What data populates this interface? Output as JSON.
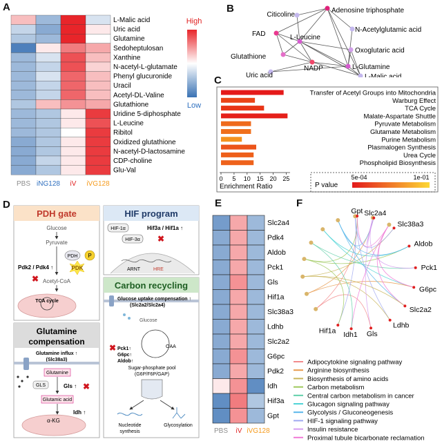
{
  "panels": {
    "A": {
      "label": "A",
      "legend": {
        "high": "High",
        "low": "Low",
        "colors": [
          "#e8252a",
          "#ffffff",
          "#3a72b4"
        ]
      },
      "rows": [
        "L-Malic acid",
        "Uric acid",
        "Glutamine",
        "Sedoheptulosan",
        "Xanthine",
        "N-acetyl-L-glutamate",
        "Phenyl glucuronide",
        "Uracil",
        "Acetyl-DL-Valine",
        "Glutathione",
        "Uridine 5-diphosphate",
        "L-Leucine",
        "Ribitol",
        "Oxidized glutathione",
        "N-acetyl-D-lactosamine",
        "CDP-choline",
        "Glu-Val"
      ],
      "columns": [
        {
          "name": "PBS",
          "color": "#8c8c8c"
        },
        {
          "name": "iNG128",
          "color": "#2e6fbf"
        },
        {
          "name": "iV",
          "color": "#e02020"
        },
        {
          "name": "iVG128",
          "color": "#f59a1b"
        }
      ],
      "values": [
        [
          0.3,
          -0.5,
          1.0,
          -0.2
        ],
        [
          -0.3,
          -0.6,
          1.0,
          0.1
        ],
        [
          -0.4,
          -0.5,
          1.0,
          0.0
        ],
        [
          -0.9,
          0.1,
          0.6,
          0.4
        ],
        [
          -0.5,
          -0.2,
          0.8,
          0.3
        ],
        [
          -0.5,
          -0.3,
          0.8,
          0.2
        ],
        [
          -0.5,
          -0.2,
          0.7,
          0.3
        ],
        [
          -0.5,
          -0.3,
          0.7,
          0.3
        ],
        [
          -0.5,
          -0.3,
          0.7,
          0.3
        ],
        [
          -0.4,
          0.3,
          0.5,
          0.4
        ],
        [
          -0.5,
          -0.4,
          0.1,
          0.9
        ],
        [
          -0.5,
          -0.4,
          0.1,
          0.8
        ],
        [
          -0.5,
          -0.4,
          0.0,
          0.9
        ],
        [
          -0.6,
          -0.4,
          0.1,
          0.9
        ],
        [
          -0.6,
          -0.4,
          0.1,
          0.9
        ],
        [
          -0.6,
          -0.3,
          0.1,
          0.9
        ],
        [
          -0.6,
          -0.4,
          0.1,
          0.9
        ]
      ]
    },
    "B": {
      "label": "B",
      "nodes": [
        {
          "id": "citicoline",
          "label": "Citicoline",
          "color": "#c4b8ee"
        },
        {
          "id": "atp",
          "label": "Adenosine triphosphate",
          "color": "#e0227a"
        },
        {
          "id": "fad",
          "label": "FAD",
          "color": "#e9388f"
        },
        {
          "id": "leucine",
          "label": "L-Leucine",
          "color": "#d65bd0"
        },
        {
          "id": "nag",
          "label": "N-Acetylglutamic acid",
          "color": "#c4b8ee"
        },
        {
          "id": "oxo",
          "label": "Oxoglutaric acid",
          "color": "#d19fea"
        },
        {
          "id": "glutathione",
          "label": "Glutathione",
          "color": "#e46fc8"
        },
        {
          "id": "nadp",
          "label": "NADP",
          "color": "#f0476a"
        },
        {
          "id": "glutamine",
          "label": "L-Glutamine",
          "color": "#d65bd0"
        },
        {
          "id": "uric",
          "label": "Uric acid",
          "color": "#c4b8ee"
        },
        {
          "id": "malic",
          "label": "L-Malic acid",
          "color": "#c4b8ee"
        }
      ],
      "edges": [
        [
          "citicoline",
          "atp"
        ],
        [
          "citicoline",
          "leucine"
        ],
        [
          "atp",
          "fad"
        ],
        [
          "atp",
          "leucine"
        ],
        [
          "atp",
          "nag"
        ],
        [
          "atp",
          "glutamine"
        ],
        [
          "atp",
          "malic"
        ],
        [
          "fad",
          "leucine"
        ],
        [
          "fad",
          "glutathione"
        ],
        [
          "fad",
          "nadp"
        ],
        [
          "leucine",
          "glutathione"
        ],
        [
          "leucine",
          "oxo"
        ],
        [
          "leucine",
          "nadp"
        ],
        [
          "leucine",
          "glutamine"
        ],
        [
          "leucine",
          "malic"
        ],
        [
          "nag",
          "glutamine"
        ],
        [
          "oxo",
          "glutamine"
        ],
        [
          "oxo",
          "malic"
        ],
        [
          "glutathione",
          "nadp"
        ],
        [
          "nadp",
          "glutamine"
        ],
        [
          "nadp",
          "uric"
        ],
        [
          "nadp",
          "malic"
        ],
        [
          "glutamine",
          "malic"
        ],
        [
          "uric",
          "glutamine"
        ]
      ]
    },
    "C": {
      "label": "C",
      "chart_data": {
        "type": "bar",
        "categories": [
          "Transfer of Acetyl Groups into Mitochondria",
          "Warburg Effect",
          "TCA Cycle",
          "Malate-Aspartate Shuttle",
          "Pyruvate Metabolism",
          "Glutamate Metabolism",
          "Purine Metabolism",
          "Plasmalogen Synthesis",
          "Urea Cycle",
          "Phospholipid Biosynthesis"
        ],
        "values": [
          24,
          13,
          16.5,
          25.5,
          11.5,
          11.5,
          8,
          13.5,
          12.5,
          12.5
        ],
        "colors": [
          "#e51a1a",
          "#ea4418",
          "#e83517",
          "#e5201a",
          "#ef6a1c",
          "#f0701c",
          "#f4921e",
          "#ec541a",
          "#ee601b",
          "#ee621b"
        ],
        "xlabel": "Enrichment Ratio",
        "xticks": [
          "0",
          "5",
          "10",
          "15",
          "20",
          "25"
        ],
        "xlim": [
          0,
          27
        ],
        "legend": {
          "title": "P value",
          "low": "5e-04",
          "high": "1e-01",
          "colors": [
            "#e31a1c",
            "#fdd835"
          ]
        }
      }
    },
    "D": {
      "label": "D",
      "pdh": {
        "title": "PDH gate",
        "glucose": "Glucose",
        "pyruvate": "Pyruvate",
        "pdh": "PDH",
        "p": "P",
        "pdk": "PDK",
        "pdk_label": "Pdk2 / Pdk4 ↑",
        "acetyl": "Acetyl-CoA",
        "tca": "TCA cycle"
      },
      "hif": {
        "title": "HIF program",
        "hif1a": "HIF-1α",
        "hif3a": "HIF-3α",
        "label": "Hif3a / Hif1a ↑",
        "arnt": "ARNT",
        "hre": "HRE"
      },
      "carbon": {
        "title": "Carbon recycling",
        "uptake1": "Glucose uptake compensation ↑",
        "uptake2": "(Slc2a2/Slc2a4)",
        "glucose": "Glucose",
        "oaa": "OAA",
        "pck1": "Pck1↑",
        "g6pc": "G6pc↑",
        "aldob": "Aldob↑",
        "pool1": "Sugar-phosphate pool",
        "pool2": "(G6P/F6P/GAP)",
        "nucleotide1": "Nucleotide",
        "nucleotide2": "synthesis",
        "glycosylation": "Glycosylation"
      },
      "glutamine": {
        "title1": "Glutamine",
        "title2": "compensation",
        "influx1": "Glutamine influx ↑",
        "influx2": "(Slc38a3)",
        "glutamine": "Glutamine",
        "gls": "GLS",
        "gls_label": "Gls ↑",
        "glutamic": "Glutamic acid",
        "akg": "α-KG",
        "idh": "Idh ↑"
      }
    },
    "E": {
      "label": "E",
      "rows": [
        "Slc2a4",
        "Pdk4",
        "Aldob",
        "Pck1",
        "Gls",
        "Hif1a",
        "Slc38a3",
        "Ldhb",
        "Slc2a2",
        "G6pc",
        "Pdk2",
        "Idh",
        "Hif3a",
        "Gpt"
      ],
      "columns": [
        {
          "name": "PBS",
          "color": "#8c8c8c"
        },
        {
          "name": "iV",
          "color": "#e02020"
        },
        {
          "name": "iVG128",
          "color": "#f59a1b"
        }
      ],
      "values": [
        [
          -0.7,
          0.4,
          -0.5
        ],
        [
          -0.6,
          0.4,
          -0.5
        ],
        [
          -0.6,
          0.4,
          -0.5
        ],
        [
          -0.6,
          0.4,
          -0.5
        ],
        [
          -0.6,
          0.5,
          -0.5
        ],
        [
          -0.6,
          0.4,
          -0.5
        ],
        [
          -0.6,
          0.4,
          -0.5
        ],
        [
          -0.6,
          0.4,
          -0.5
        ],
        [
          -0.6,
          0.4,
          -0.5
        ],
        [
          -0.6,
          0.5,
          -0.5
        ],
        [
          -0.6,
          0.4,
          -0.5
        ],
        [
          0.1,
          0.5,
          -0.8
        ],
        [
          -0.8,
          0.6,
          -0.4
        ],
        [
          -0.8,
          0.5,
          -0.5
        ]
      ]
    },
    "F": {
      "label": "F",
      "genes": [
        {
          "name": "Gpt",
          "angle": -92
        },
        {
          "name": "Slc2a4",
          "angle": -75
        },
        {
          "name": "Slc38a3",
          "angle": -52
        },
        {
          "name": "Aldob",
          "angle": -28
        },
        {
          "name": "Pck1",
          "angle": -5
        },
        {
          "name": "G6pc",
          "angle": 15
        },
        {
          "name": "Slc2a2",
          "angle": 36
        },
        {
          "name": "Ldhb",
          "angle": 57
        },
        {
          "name": "Gls",
          "angle": 78
        },
        {
          "name": "Idh1",
          "angle": 98
        },
        {
          "name": "Hif1a",
          "angle": 112
        }
      ],
      "pathways": [
        {
          "name": "Adipocytokine signaling pathway",
          "color": "#f28a8c"
        },
        {
          "name": "Arginine biosynthesis",
          "color": "#e89a4d"
        },
        {
          "name": "Biosynthesis of amino acids",
          "color": "#c9b55a"
        },
        {
          "name": "Carbon metabolism",
          "color": "#9cc85a"
        },
        {
          "name": "Central carbon metabolism in cancer",
          "color": "#5fcfa8"
        },
        {
          "name": "Glucagon signaling pathway",
          "color": "#4fd3d6"
        },
        {
          "name": "Glycolysis / Gluconeogenesis",
          "color": "#58b6ea"
        },
        {
          "name": "HIF-1 signaling pathway",
          "color": "#9fa8f0"
        },
        {
          "name": "Insulin resistance",
          "color": "#d59cf0"
        },
        {
          "name": "Proximal tubule bicarbonate reclamation",
          "color": "#f07ad6"
        }
      ]
    }
  }
}
